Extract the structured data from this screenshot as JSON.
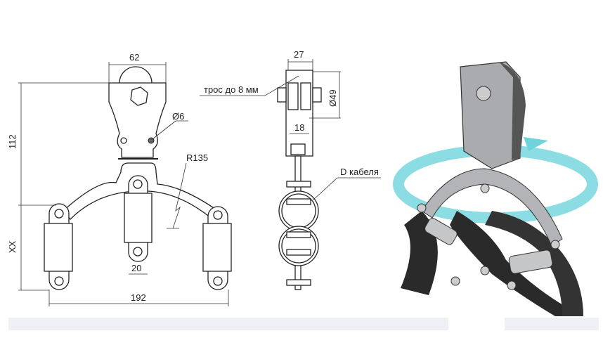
{
  "front_view": {
    "width_top": "62",
    "hole_diameter": "Ø6",
    "radius": "R135",
    "height": "112",
    "clamp_height": "XX",
    "clamp_width": "20",
    "total_width": "192"
  },
  "side_view": {
    "width": "27",
    "cable_note": "трос до 8 мм",
    "wheel_diameter": "Ø49",
    "inner_width": "18",
    "cable_diameter_note": "D кабеля"
  },
  "render": {
    "ring_color": "#6fd3dc",
    "metal_color": "#a9abae",
    "cable_color": "#2a2a2a"
  }
}
